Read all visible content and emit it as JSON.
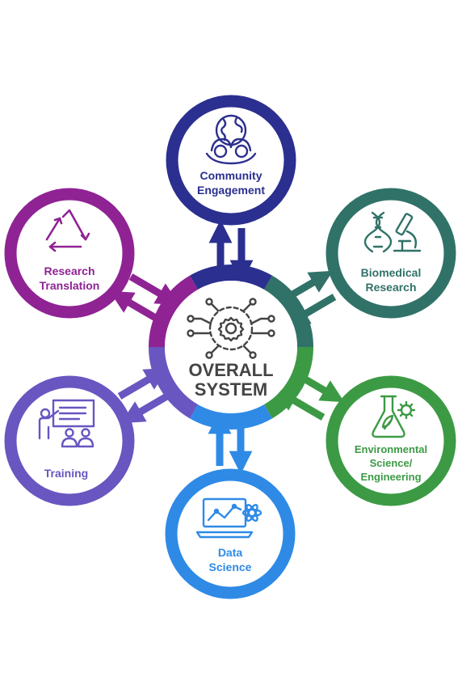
{
  "center": {
    "line1": "OVERALL",
    "line2": "SYSTEM",
    "text_color": "#444444",
    "icon": "gear-network-icon"
  },
  "nodes": [
    {
      "id": "community",
      "line1": "Community",
      "line2": "Engagement",
      "line3": "",
      "color": "#2b2f8f",
      "icon": "globe-hands-icon"
    },
    {
      "id": "biomedical",
      "line1": "Biomedical",
      "line2": "Research",
      "line3": "",
      "color": "#317268",
      "icon": "dna-microscope-icon"
    },
    {
      "id": "environmental",
      "line1": "Environmental",
      "line2": "Science/",
      "line3": "Engineering",
      "color": "#3c9a45",
      "icon": "flask-leaf-gear-icon"
    },
    {
      "id": "data",
      "line1": "Data",
      "line2": "Science",
      "line3": "",
      "color": "#2f8ae6",
      "icon": "laptop-chart-icon"
    },
    {
      "id": "training",
      "line1": "Training",
      "line2": "",
      "line3": "",
      "color": "#6956c0",
      "icon": "presenter-board-icon"
    },
    {
      "id": "translation",
      "line1": "Research",
      "line2": "Translation",
      "line3": "",
      "color": "#8f2394",
      "icon": "recycle-triangle-icon"
    }
  ]
}
